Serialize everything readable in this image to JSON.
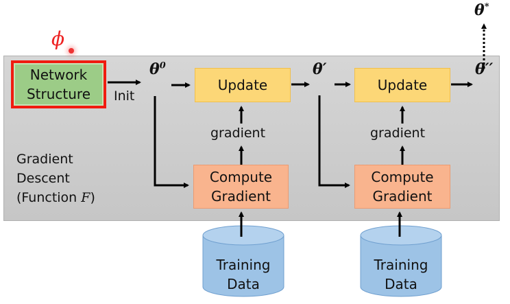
{
  "diagram": {
    "hyperparameter_symbol": "ϕ",
    "network_structure": {
      "line1": "Network",
      "line2": "Structure"
    },
    "init_label": "Init",
    "theta0": {
      "base": "θ",
      "sup": "0"
    },
    "theta1": {
      "base": "θ",
      "sup": "′"
    },
    "theta2": {
      "base": "θ",
      "sup": "′′"
    },
    "theta_star": {
      "base": "θ",
      "sup": "*"
    },
    "update_label": "Update",
    "gradient_label": "gradient",
    "compute_gradient": {
      "line1": "Compute",
      "line2": "Gradient"
    },
    "training_data": {
      "line1": "Training",
      "line2": "Data"
    },
    "panel_title": {
      "line1": "Gradient",
      "line2": "Descent",
      "line3_prefix": "(Function ",
      "line3_var": "F",
      "line3_suffix": ")"
    },
    "colors": {
      "highlight_border": "#f01c10",
      "network_fill": "#9ccc87",
      "update_fill": "#fcd777",
      "compute_fill": "#f9b48e",
      "database_fill": "#9dc3e6",
      "panel_fill": "#d0d0d0"
    }
  }
}
